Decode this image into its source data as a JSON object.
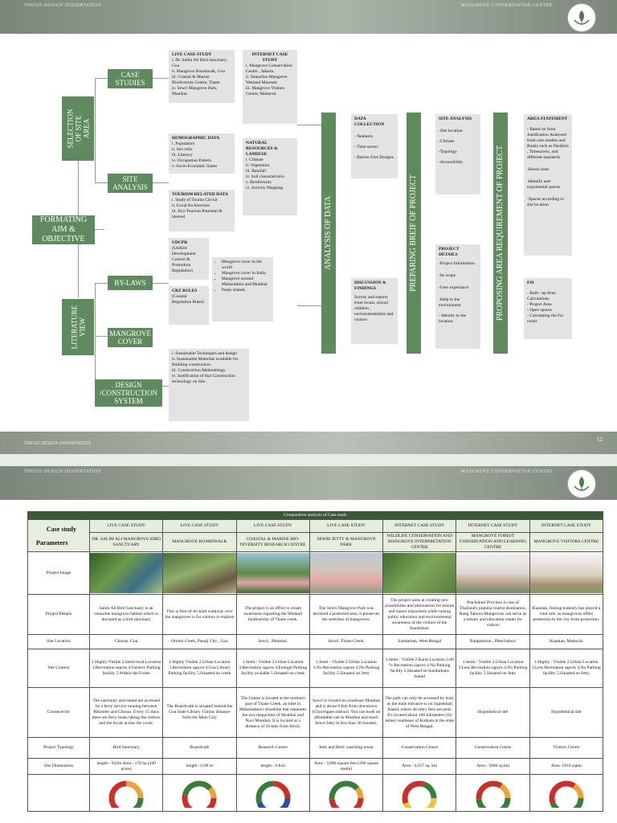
{
  "header": {
    "left": "THESIS DESIGN DISSERTATION",
    "right": "MANGROVE CONSERVATION CENTRE"
  },
  "footer": {
    "left": "THESIS DESIGN DISSERTATION",
    "page": "12"
  },
  "chart": {
    "formating": "FORMATING AIM & OBJECTIVE",
    "selection": "SELECTION OF SITE AREA",
    "literature": "LITERATURE VIEW",
    "case_studies": "CASE STUDIES",
    "site_analysis": "SITE ANALYSIS",
    "by_laws": "BY-LAWS",
    "mangrove_cover": "MANGROVE COVER",
    "design_system": "DESIGN /CONSTRUCTION SYSTEM",
    "live_title": "LIVE CASE STUDY",
    "live_items": [
      "i. Dr. Salim Ali Bird Sanctuary, Goa",
      "ii. Mangrove Boardwalk, Goa",
      "iii. Coastal & Marine Biodiversity Centre, Thane",
      "iv. Sewri Mangrove Park, Mumbai."
    ],
    "internet_title": "INTERNET CASE STUDY",
    "internet_items": [
      "i. Mangrove Conservation Centre , Jakarta.",
      "ii. Shanzlian Mangrove Wetland Museum",
      "iii. Mangrove Visitors Centre, Malaysia"
    ],
    "demo_title": "DEMOGRAPHIC DATA",
    "demo_items": [
      "i. Population",
      "ii. Sex ratio",
      "iii. Literacy",
      "iv. Occupation Pattern",
      "v. Socio-Economic States"
    ],
    "natural_title": "NATURAL RESOURCES & LANDUSE",
    "natural_items": [
      "i. Climate",
      "ii. Vegetation",
      "iii. Rainfall",
      "iv. Soil characteristics",
      "v. Biodiversity",
      "vi. Activity Mapping"
    ],
    "tourism_title": "TOURISM RELATED DATA",
    "tourism_items": [
      "i. Study of Tourist Circuit",
      "ii. Local Architecture",
      "iii. Eco-Tourism Potential & interest"
    ],
    "udcpr_title": "UDCPR",
    "udcpr_text": "(Unified Development Control & Promotion Regulation)",
    "crz_title": "CRZ RULES",
    "crz_text": "(Coastal Regulation Rules)",
    "cover_items": [
      "Mangrove cover in the world",
      "Mangrove cover in India",
      "Mangrove around Maharashtra and Mumbai",
      "Panje islands"
    ],
    "design_items": [
      "i. Sustainable Techniques and design",
      "ii. Sustainable Materials available for Building construction.",
      "iii. Construction Methodology",
      "iv. Justification of that Construction technology on Site."
    ],
    "analysis": "ANALYSIS OF DATA",
    "data_title": "DATA COLLECTION",
    "data_items": [
      "- Nenherts",
      "- Time savers",
      "- Barrier Free Designs"
    ],
    "disc_title": "DISCUSSION & FINDINGS",
    "disc_text": "Survey and reports from locals, school children , environmentalists and visitors",
    "preparing": "PREPARING BREIF OF PROJECT",
    "site_title": "SITE ANALYSIS",
    "site_items": [
      "-Site location",
      "-Climate",
      "-Typology",
      "-Accessibility"
    ],
    "proj_title": "PROJECT DETAILS",
    "proj_items": [
      "-Project Information",
      "-Its scope",
      "-User experiance",
      "-Help to the environment",
      "- Identity to the location"
    ],
    "proposing": "PROPOSING AREA REQUIREMENT OF PROJECT",
    "area_title": "AREA STATEMENT",
    "area_items": [
      "- Based on Area Justification Analysed from case studies and Books such as Neuferts , Timesavers, and different standards",
      "-Room sizes",
      "-Identify user exponential spaces",
      "-Spaces according to site location"
    ],
    "fsi_title": "FSI",
    "fsi_items": [
      "- Built –up Area Calculations",
      "- Project Area",
      "- Open spaces",
      "- Calculating the Fsi count"
    ]
  },
  "table": {
    "caption": "Comparative analysis of Case study",
    "corner_top": "Case study",
    "corner_bottom": "Parameters",
    "types": [
      "LIVE CASE STUDY",
      "LIVE CASE STUDY",
      "LIVE CASE STUDY",
      "LIVE CASE STUDY",
      "INTERNET CASE STUDY",
      "INTERNET CASE STUDY",
      "INTERNET CASE STUDY"
    ],
    "names": [
      "DR. SALIM ALI MANGROVE BIRD SANCTUARY",
      "MANGROVE BOARDWALK",
      "COASTAL & MARINE BIO-DIVERSITY RESEARCH CENTRE",
      "SEWRI JETTY & MANGROVE PARK",
      "WILDLIFE CONSERVATION AND MANGROVE INTERPRETATION CENTRE",
      "MANGROVE FOREST CONSERVATION AND LEARNING CENTRE",
      "MANGROVE VISITORS CENTRE"
    ],
    "rows": [
      {
        "label": "Project image",
        "cells": []
      },
      {
        "label": "Project Details",
        "cells": [
          "Salim Ali Bird Sanctuary is an estuarine mangrove habitat which is declared as a bird sanctuary",
          "This is first-of-its-kind walkway over the mangroves is for visitors to explore",
          "The project is an effort to create awareness regarding the Wetland biodiversity of Thane creek.",
          "The Sewri Mangrove Park was declared a protected area, it preserves the stretches of mangroves.",
          "The project aims at creating new possibilities and alternatives for leisure and nature enjoyment while raising public education and environmental awareness of the visitors of the Sundarban.",
          "Petchaburi Province is one of Thailand's popular tourist destination, Bang Taboon Mangroves can serve as a leisure and education center for visitors",
          "Kuantan, fishing industry has played a vital role, as mangroves offers protection to the city from protection."
        ]
      },
      {
        "label": "Site Location",
        "cells": [
          "Chorao, Goa",
          "Oorem Creek, Panaji City , Goa",
          "Sewri , Mumbai.",
          "Airoli, Thane Creek.",
          "Sundarban, West Bengal",
          "Bangtaboon , Phetchaburi",
          "Kuantan, Malaysia"
        ]
      },
      {
        "label": "Site Context",
        "cells": [
          "1.Highly Visible 2.Semi-rural Location 3.Recreation sapces 4.Generic Parking facility 5.Within the Forest",
          "1.Highly Visible 2.Urban Location 3.Recreation sapces 4.Goa Library Parking facility 5.Situated on creek",
          "1.Semi - Visible 2.Urban Location 3.Recreation sapces 4.Enough Parking facility avaiable 5.Situated on creek",
          "1.Semi - Visible 2.Urban Location 3.No Recreation sapces 4.No Parking facility 5.Situated on Jetty",
          "1.Semi - Visible 2.Rural Location 3.60 % Recreation sapces 4.No Parking facility 5.Situated on Sundarbans Island",
          "1.Semi - Visible 2.Urban Location 3.Less Recreation sapces 4.No Parking facility 5.Situated on Jetty",
          "1.Highly - Visible 2.Urban Location 3.Less Recreation sapces 4.No Parking facility 5.Situated on Jetty"
        ]
      },
      {
        "label": "Connectivity",
        "cells": [
          "The sanctuary and island are accessed by a ferry service running between Ribander and Chorao. Every 15 mins there are ferry boats taking the visitors and the locals across the cover.",
          "The Boardwalk is situated behind the Goa State Library 15mins distance from the Main City",
          "The Centre is located at the northern part of Thane Creek, an inlet in Maharashtra's shoreline that separates the two megacities of Mumbai and Navi Mumbai. It is located at a distance of 16 kms from Airoli.",
          "Sewri is located on southeast Mumbai and is about 9 Km from downtown (Churchgate station). You can book an affordable cab in Mumbai and reach Sewri Jetty in less than 30 minutes.",
          "The park can only be accessed by boat, as the main entrance is on Sajnekhali Island, where all entry fees are paid. It's located about 100 kilometers (62 miles) southeast of Kolkata in the state of West Bengal.",
          "Hypothetical site",
          "Hypothetical site"
        ]
      },
      {
        "label": "Project Typology",
        "cells": [
          "Bird Sanctuary",
          "Boardwalk",
          "Research Centre",
          "Jetty and Bird- watching tower",
          "Conservation Centre",
          "Conservation Centre",
          "Visitors Centre"
        ]
      },
      {
        "label": "Site Dimensions",
        "cells": [
          "length - 932m Area - 178 ha (440 acres)",
          "length -1100 m",
          "length - 9 Km",
          "Area - 3,000 square feet (280 square metre)",
          "Area - 6,017 sq. km",
          "Area - 5600 sq.km",
          "Area- 5910 sqkm"
        ]
      }
    ]
  },
  "colors": {
    "green": "#5f8a5d",
    "dark_green": "#3a5a36",
    "box": "#e3e3e3"
  }
}
